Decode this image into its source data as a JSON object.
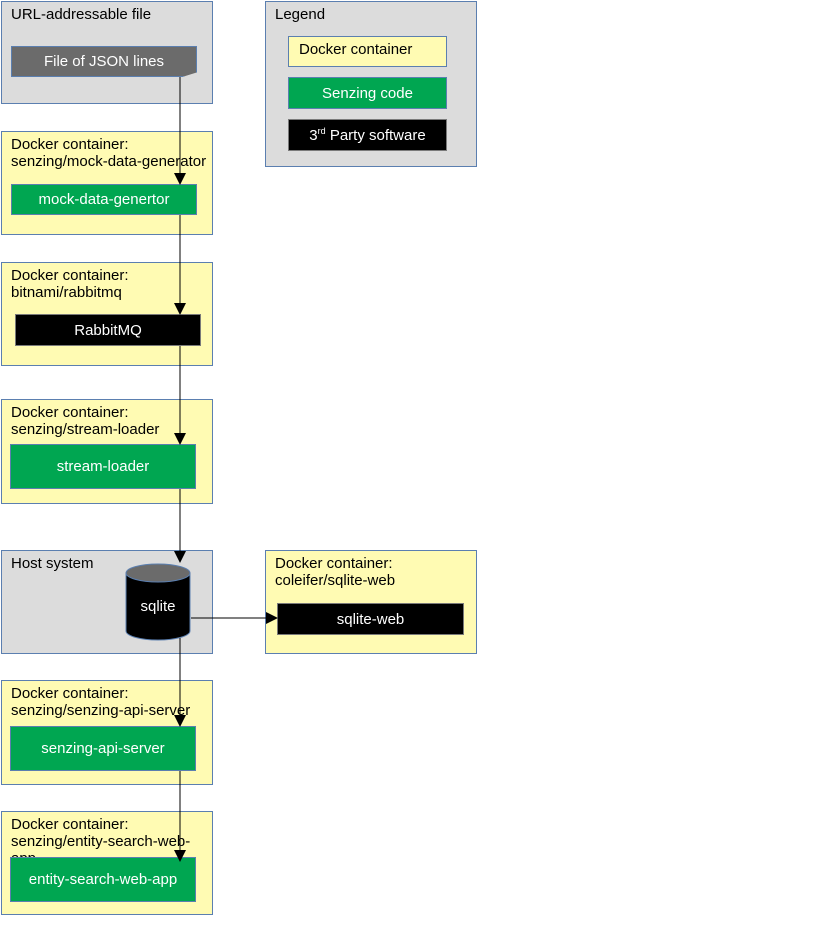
{
  "file_group": {
    "title": "URL-addressable file",
    "file_label": "File of JSON lines"
  },
  "legend": {
    "title": "Legend",
    "docker_container": "Docker container",
    "senzing_code": "Senzing code",
    "third_party_sup": "rd",
    "third_party_num": "3",
    "third_party_rest": " Party software"
  },
  "mock": {
    "title": "Docker container:\nsenzing/mock-data-generator",
    "component": "mock-data-genertor"
  },
  "rabbit": {
    "title": "Docker container:\nbitnami/rabbitmq",
    "component": "RabbitMQ"
  },
  "loader": {
    "title": "Docker container:\nsenzing/stream-loader",
    "component": "stream-loader"
  },
  "host": {
    "title": "Host system",
    "db_label": "sqlite"
  },
  "sqliteweb": {
    "title": "Docker container:\ncoleifer/sqlite-web",
    "component": "sqlite-web"
  },
  "api": {
    "title": "Docker container:\nsenzing/senzing-api-server",
    "component": "senzing-api-server"
  },
  "webapp": {
    "title": "Docker container:\nsenzing/entity-search-web-app",
    "component": "entity-search-web-app"
  },
  "colors": {
    "docker_container": "#fffbb3",
    "senzing_code": "#00a651",
    "third_party": "#000000",
    "host": "#dcdcdc"
  }
}
